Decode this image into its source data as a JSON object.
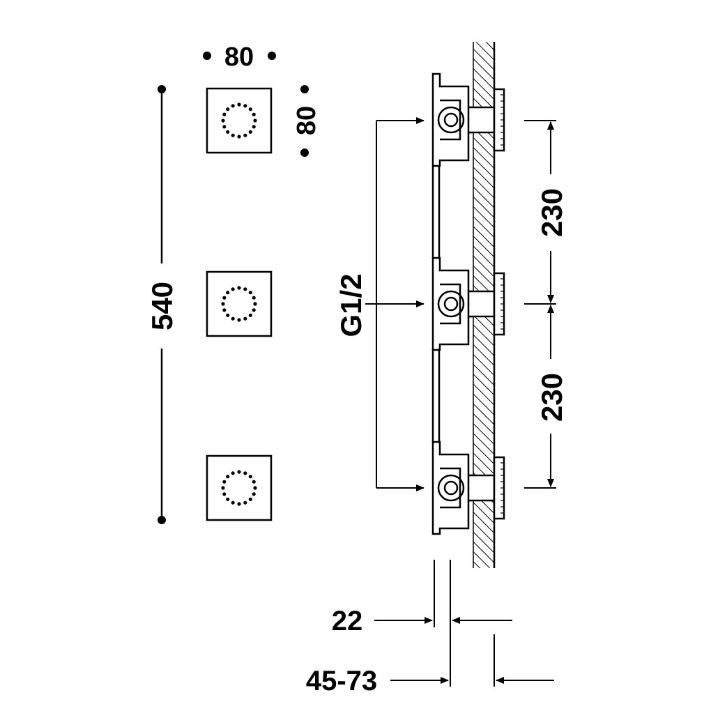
{
  "labels": {
    "body_width": "80",
    "body_height": "80",
    "total_height": "540",
    "connection": "G1/2",
    "spacing_top": "230",
    "spacing_bottom": "230",
    "plate_depth": "22",
    "wall_depth": "45-73"
  },
  "colors": {
    "ink": "#000000",
    "paper": "#ffffff"
  }
}
